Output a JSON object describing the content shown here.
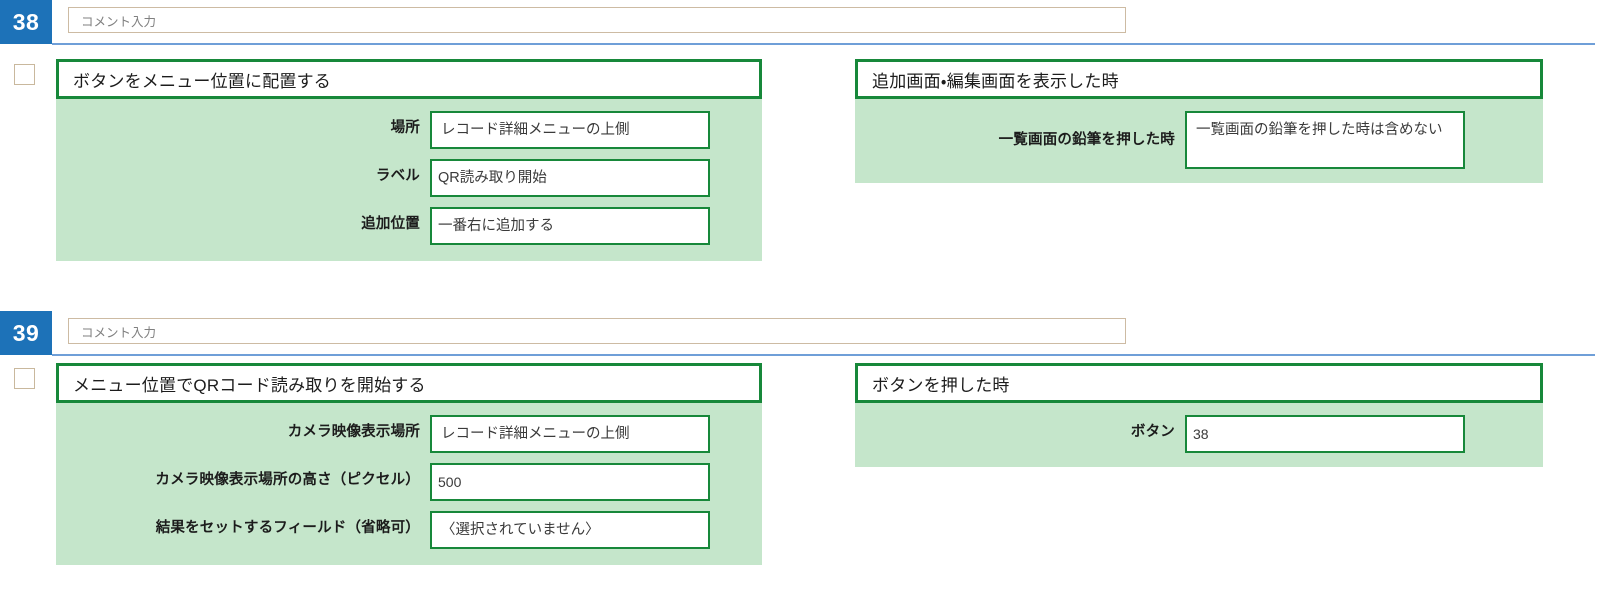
{
  "theme": {
    "badge_bg": "#1d72b8",
    "badge_fg": "#ffffff",
    "rule_color": "#6f9fd8",
    "card_border": "#17883a",
    "card_body_bg": "#c5e6cb",
    "comment_border": "#cdbba3",
    "checkbox_border": "#c9b89d"
  },
  "rows": [
    {
      "number": "38",
      "comment": {
        "placeholder": "コメント入力",
        "value": ""
      },
      "checkbox_checked": false,
      "left_card": {
        "title": "ボタンをメニュー位置に配置する",
        "fields": [
          {
            "label": "場所",
            "value": "レコード詳細メニューの上側"
          },
          {
            "label": "ラベル",
            "value": "QR読み取り開始"
          },
          {
            "label": "追加位置",
            "value": "一番右に追加する"
          }
        ]
      },
      "right_card": {
        "title": "追加画面・編集画面を表示した時",
        "fields": [
          {
            "label": "一覧画面の鉛筆を押した時",
            "value": "一覧画面の鉛筆を押した時は含めない"
          }
        ]
      }
    },
    {
      "number": "39",
      "comment": {
        "placeholder": "コメント入力",
        "value": ""
      },
      "checkbox_checked": false,
      "left_card": {
        "title": "メニュー位置でQRコード読み取りを開始する",
        "fields": [
          {
            "label": "カメラ映像表示場所",
            "value": "レコード詳細メニューの上側"
          },
          {
            "label": "カメラ映像表示場所の高さ（ピクセル）",
            "value": "500"
          },
          {
            "label": "結果をセットするフィールド（省略可）",
            "value": "〈選択されていません〉"
          }
        ]
      },
      "right_card": {
        "title": "ボタンを押した時",
        "fields": [
          {
            "label": "ボタン",
            "value": "38"
          }
        ]
      }
    }
  ]
}
